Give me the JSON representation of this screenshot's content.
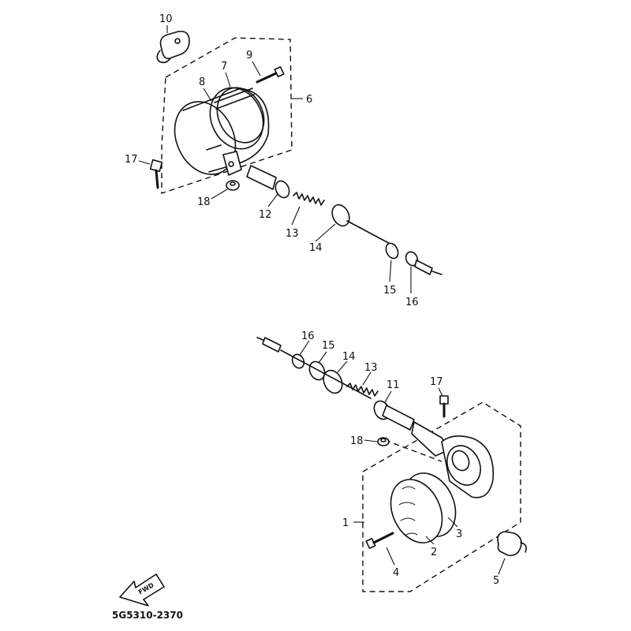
{
  "diagram": {
    "code": "5G5310-2370",
    "front_badge": "FWD",
    "upper_assembly": {
      "callouts": [
        "10",
        "9",
        "7",
        "8",
        "6",
        "17",
        "18",
        "12",
        "13",
        "14",
        "15",
        "16"
      ]
    },
    "lower_assembly": {
      "callouts": [
        "16",
        "15",
        "14",
        "13",
        "11",
        "17",
        "18",
        "1",
        "2",
        "3",
        "4",
        "5"
      ]
    }
  }
}
